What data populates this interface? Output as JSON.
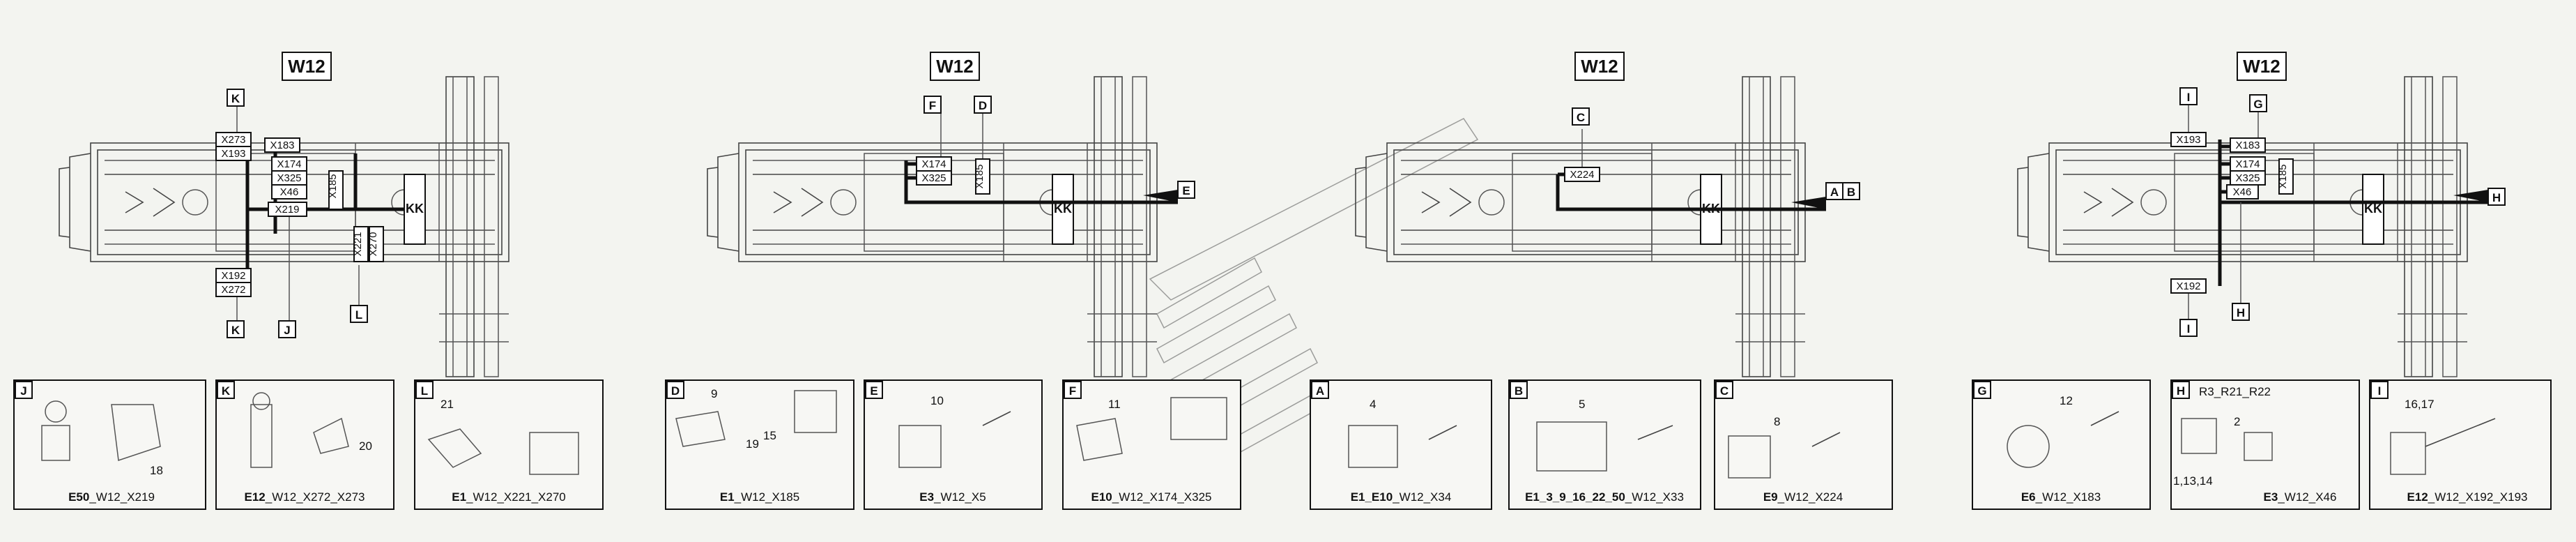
{
  "views": [
    {
      "title": "W12",
      "connectors": [
        "X183",
        "X273",
        "X193",
        "X174",
        "X325",
        "X46",
        "X219",
        "X185",
        "X221",
        "X270",
        "X192",
        "X272"
      ],
      "kk": "KK",
      "markers": [
        "K",
        "K",
        "J",
        "L"
      ]
    },
    {
      "title": "W12",
      "connectors": [
        "X174",
        "X325",
        "X185"
      ],
      "kk": "KK",
      "markers": [
        "F",
        "D",
        "E"
      ]
    },
    {
      "title": "W12",
      "connectors": [
        "X224"
      ],
      "kk": "KK",
      "markers": [
        "C",
        "A",
        "B"
      ]
    },
    {
      "title": "W12",
      "connectors": [
        "X183",
        "X193",
        "X174",
        "X325",
        "X46",
        "X185",
        "X192"
      ],
      "kk": "KK",
      "markers": [
        "I",
        "G",
        "H",
        "I",
        "H"
      ]
    }
  ],
  "details": [
    {
      "letter": "J",
      "numbers": [
        "18"
      ],
      "caption_bold": "E50",
      "caption": "_W12_X219"
    },
    {
      "letter": "K",
      "numbers": [
        "20"
      ],
      "caption_bold": "E12",
      "caption": "_W12_X272_X273"
    },
    {
      "letter": "L",
      "numbers": [
        "21"
      ],
      "caption_bold": "E1",
      "caption": "_W12_X221_X270"
    },
    {
      "letter": "D",
      "numbers": [
        "9",
        "19",
        "15"
      ],
      "caption_bold": "E1",
      "caption": "_W12_X185"
    },
    {
      "letter": "E",
      "numbers": [
        "10"
      ],
      "caption_bold": "E3",
      "caption": "_W12_X5"
    },
    {
      "letter": "F",
      "numbers": [
        "11"
      ],
      "caption_bold": "E10",
      "caption": "_W12_X174_X325"
    },
    {
      "letter": "A",
      "numbers": [
        "4"
      ],
      "caption_bold": "E1_E10",
      "caption": "_W12_X34"
    },
    {
      "letter": "B",
      "numbers": [
        "5"
      ],
      "caption_bold": "E1_3_9_16_22_50",
      "caption": "_W12_X33"
    },
    {
      "letter": "C",
      "numbers": [
        "8"
      ],
      "caption_bold": "E9",
      "caption": "_W12_X224"
    },
    {
      "letter": "G",
      "numbers": [
        "12"
      ],
      "caption_bold": "E6",
      "caption": "_W12_X183"
    },
    {
      "letter": "H",
      "numbers": [
        "R3_R21_R22",
        "2",
        "1,13,14"
      ],
      "caption_bold": "E3",
      "caption": "_W12_X46"
    },
    {
      "letter": "I",
      "numbers": [
        "16,17"
      ],
      "caption_bold": "E12",
      "caption": "_W12_X192_X193"
    }
  ]
}
